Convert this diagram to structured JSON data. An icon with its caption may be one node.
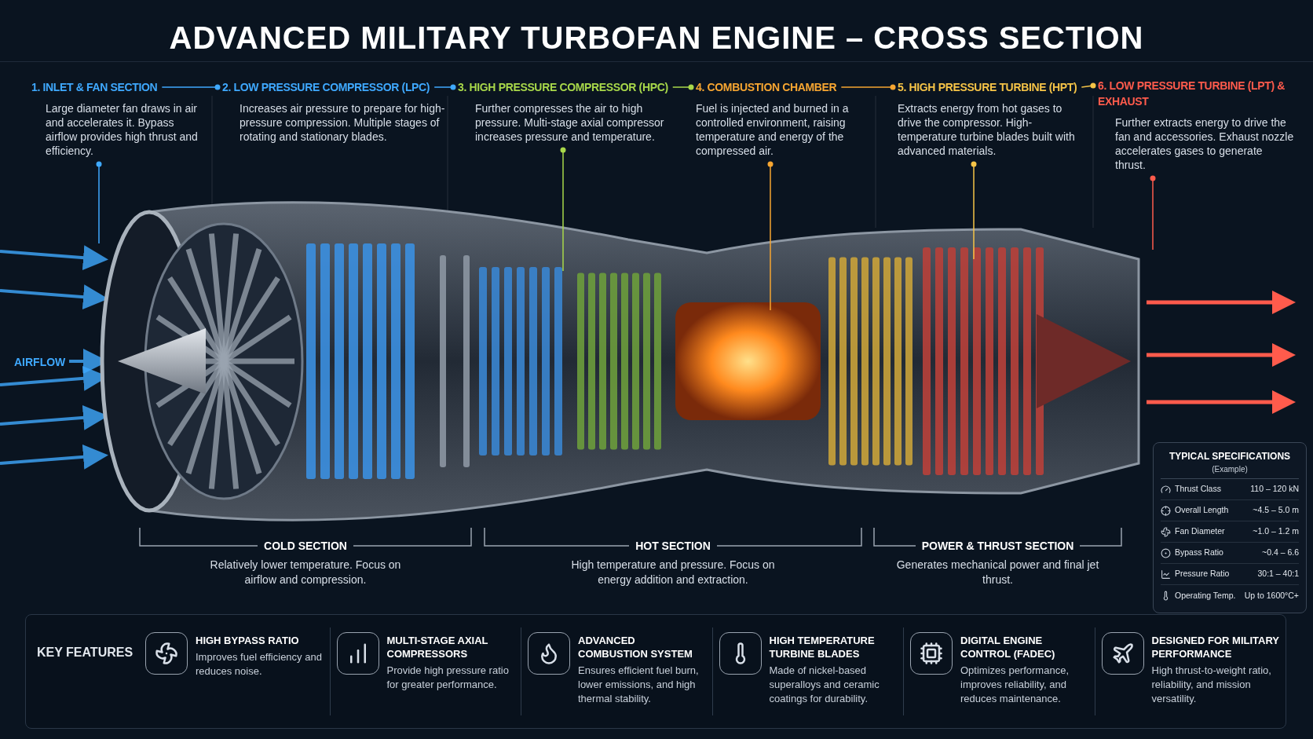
{
  "diagram": {
    "title": "ADVANCED MILITARY TURBOFAN ENGINE – CROSS SECTION",
    "nodes": [
      {
        "text": [
          "1. INLET & FAN SECTION",
          "Large diameter fan draws in air and accelerates it. Bypass airflow provides high thrust and efficiency."
        ]
      },
      {
        "text": [
          "2. LOW PRESSURE COMPRESSOR (LPC)",
          "Increases air pressure to prepare for high-pressure compression. Multiple stages of rotating and stationary blades."
        ]
      },
      {
        "text": [
          "3. HIGH PRESSURE COMPRESSOR (HPC)",
          "Further compresses the air to high pressure. Multi-stage axial compressor increases pressure and temperature."
        ]
      },
      {
        "text": [
          "4. COMBUSTION CHAMBER",
          "Fuel is injected and burned in a controlled environment, raising temperature and energy of the compressed air."
        ]
      },
      {
        "text": [
          "5. HIGH PRESSURE TURBINE (HPT)",
          "Extracts energy from hot gases to drive the compressor. High-temperature turbine blades built with advanced materials."
        ]
      },
      {
        "text": [
          "6. LOW PRESSURE TURBINE (LPT) & EXHAUST",
          "Further extracts energy to drive the fan and accessories. Exhaust nozzle accelerates gases to generate thrust."
        ]
      }
    ],
    "edges": [
      {
        "from": 0,
        "to": 1,
        "arrow": "other"
      },
      {
        "from": 1,
        "to": 2,
        "arrow": "other"
      },
      {
        "from": 2,
        "to": 3,
        "arrow": "other",
        "color": "#a8d84a"
      },
      {
        "from": 3,
        "to": 4,
        "arrow": "other",
        "color": "#f7a631"
      },
      {
        "from": 4,
        "to": 5,
        "arrow": "other",
        "color": "#f6c447"
      },
      {
        "from": null,
        "to": 0,
        "arrow": "other"
      },
      {
        "from": null,
        "to": 2,
        "arrow": "other",
        "color": "#a8d84a"
      },
      {
        "from": null,
        "to": 3,
        "arrow": "other",
        "color": "#f7a631"
      },
      {
        "from": null,
        "to": 4,
        "arrow": "other",
        "color": "#f6c447"
      },
      {
        "from": null,
        "to": 5,
        "arrow": "other",
        "color": "#ff5b4c"
      }
    ],
    "labels": [
      "AIRFLOW",
      "COLD SECTION",
      "Relatively lower temperature. Focus on airflow and compression.",
      "HOT SECTION",
      "High temperature and pressure. Focus on energy addition and extraction.",
      "POWER & THRUST SECTION",
      "Generates mechanical power and final jet thrust.",
      "TYPICAL SPECIFICATIONS",
      "(Example)",
      "Thrust Class",
      "110 – 120 kN",
      "Overall Length",
      "~4.5 – 5.0 m",
      "Fan Diameter",
      "~1.0 – 1.2 m",
      "Bypass Ratio",
      "~0.4 – 6.6",
      "Pressure Ratio",
      "30:1 – 40:1",
      "Operating Temp.",
      "Up to 1600°C+",
      "KEY FEATURES",
      "HIGH BYPASS RATIO",
      "Improves fuel efficiency and reduces noise.",
      "MULTI-STAGE AXIAL COMPRESSORS",
      "Provide high pressure ratio for greater performance.",
      "ADVANCED COMBUSTION SYSTEM",
      "Ensures efficient fuel burn, lower emissions, and high thermal stability.",
      "HIGH TEMPERATURE TURBINE BLADES",
      "Made of nickel-based superalloys and ceramic coatings for durability.",
      "DIGITAL ENGINE CONTROL (FADEC)",
      "Optimizes performance, improves reliability, and reduces maintenance.",
      "DESIGNED FOR MILITARY PERFORMANCE",
      "High thrust-to-weight ratio, reliability, and mission versatility."
    ]
  }
}
